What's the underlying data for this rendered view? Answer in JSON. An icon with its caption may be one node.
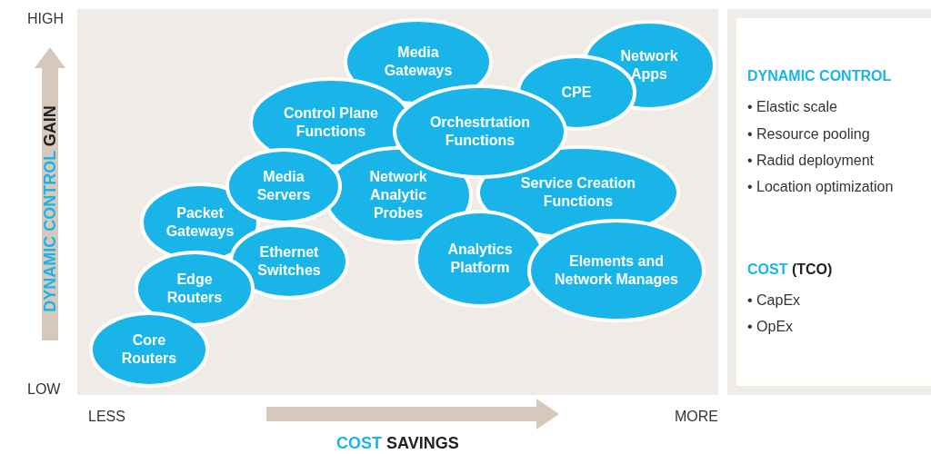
{
  "diagram": {
    "nodes": [
      {
        "text": [
          "Media Gateways"
        ]
      },
      {
        "text": [
          "Network Apps"
        ]
      },
      {
        "text": [
          "CPE"
        ]
      },
      {
        "text": [
          "Control Plane Functions"
        ]
      },
      {
        "text": [
          "Orchestrtation Functions"
        ]
      },
      {
        "text": [
          "Media Servers"
        ]
      },
      {
        "text": [
          "Network Analytic Probes"
        ]
      },
      {
        "text": [
          "Service Creation Functions"
        ]
      },
      {
        "text": [
          "Packet Gateways"
        ]
      },
      {
        "text": [
          "Ethernet Switches"
        ]
      },
      {
        "text": [
          "Analytics Platform"
        ]
      },
      {
        "text": [
          "Elements and Network Manages"
        ]
      },
      {
        "text": [
          "Edge Routers"
        ]
      },
      {
        "text": [
          "Core Routers"
        ]
      }
    ],
    "labels": [
      "HIGH",
      "DYNAMIC CONTROL **GAIN**",
      "LOW",
      "LESS",
      "MORE",
      "COST **SAVINGS**",
      "DYNAMIC CONTROL",
      "• Elastic scale",
      "• Resource pooling",
      "• Radid deployment",
      "• Location optimization",
      "COST **(TCO)**",
      "• CapEx",
      "• OpEx"
    ]
  }
}
